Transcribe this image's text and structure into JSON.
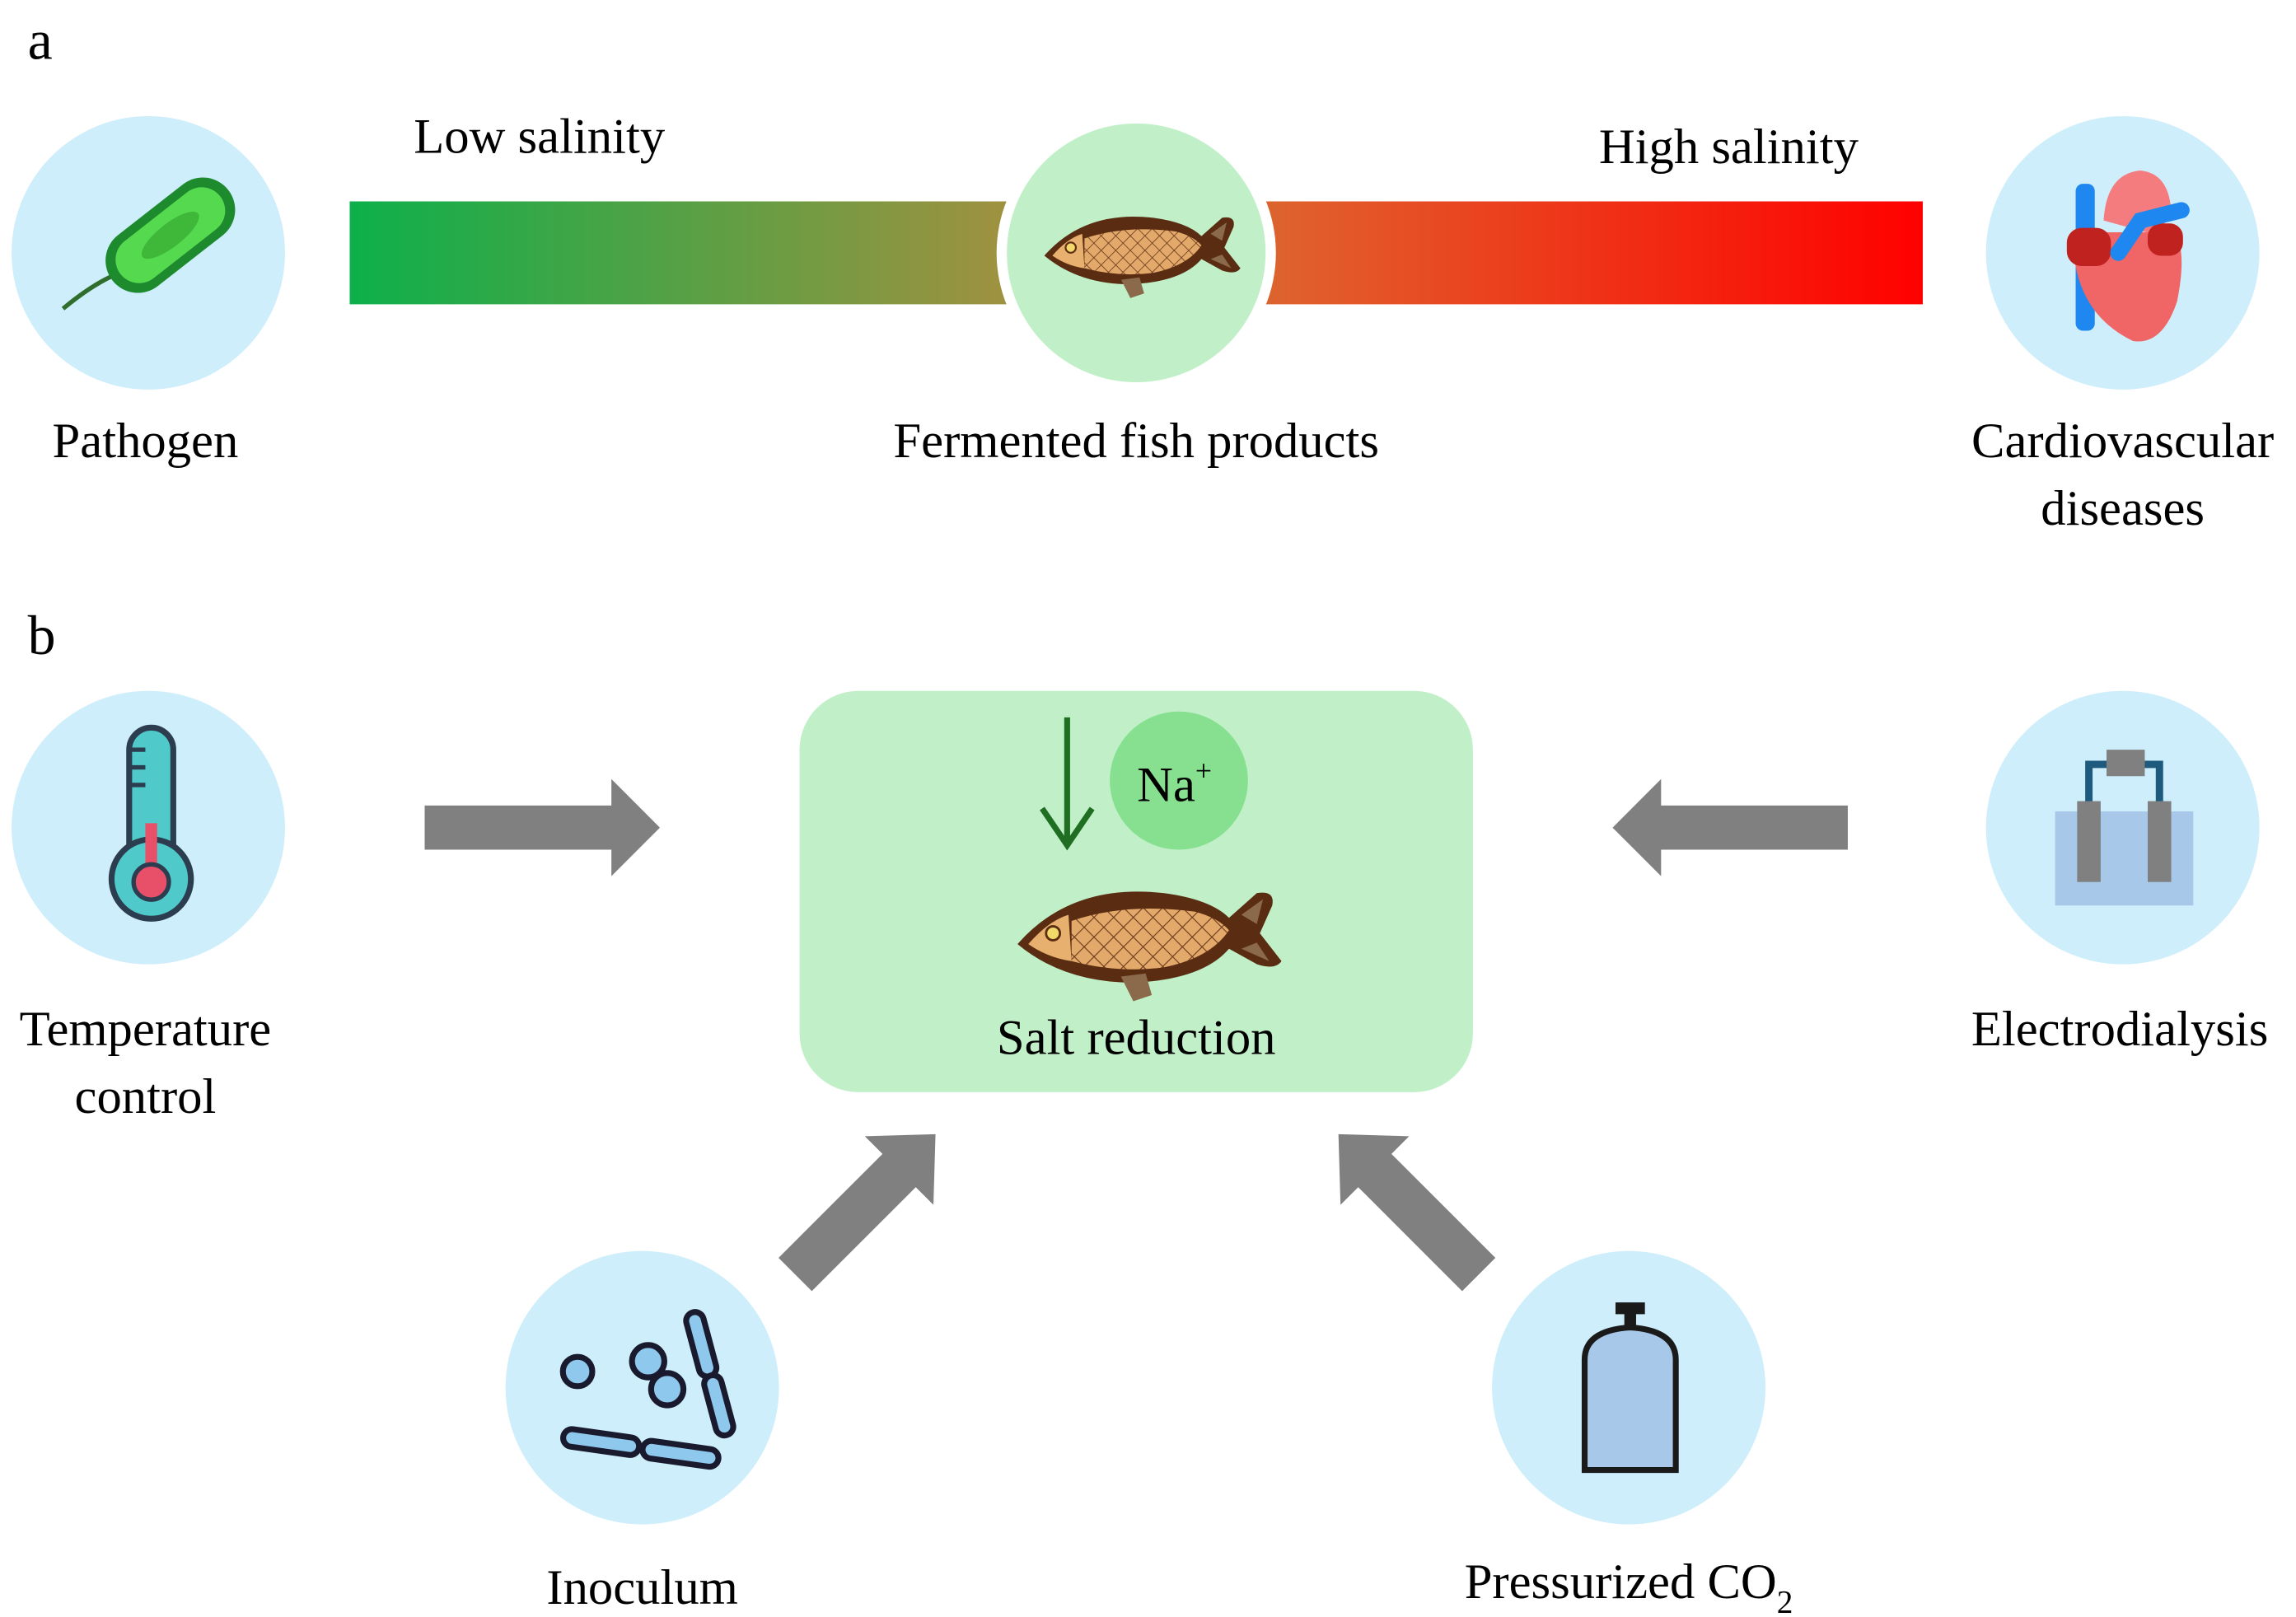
{
  "panel_a": {
    "letter": "a",
    "low_label": "Low salinity",
    "high_label": "High salinity",
    "left_label": "Pathogen",
    "center_label": "Fermented fish products",
    "right_label_line1": "Cardiovascular",
    "right_label_line2": "diseases",
    "colors": {
      "gradient_start": "#0db04b",
      "gradient_mid": "#a0913f",
      "gradient_end": "#ff0000"
    }
  },
  "panel_b": {
    "letter": "b",
    "center_label": "Salt reduction",
    "ion_label": "Na",
    "ion_charge": "+",
    "methods": {
      "temperature_line1": "Temperature",
      "temperature_line2": "control",
      "electrodialysis": "Electrodialysis",
      "inoculum": "Inoculum",
      "co2_prefix": "Pressurized CO",
      "co2_subscript": "2"
    },
    "colors": {
      "box": "#c1f0c8",
      "ion": "#86e08f",
      "arrow": "#808080",
      "circle": "#cdeefa"
    }
  }
}
